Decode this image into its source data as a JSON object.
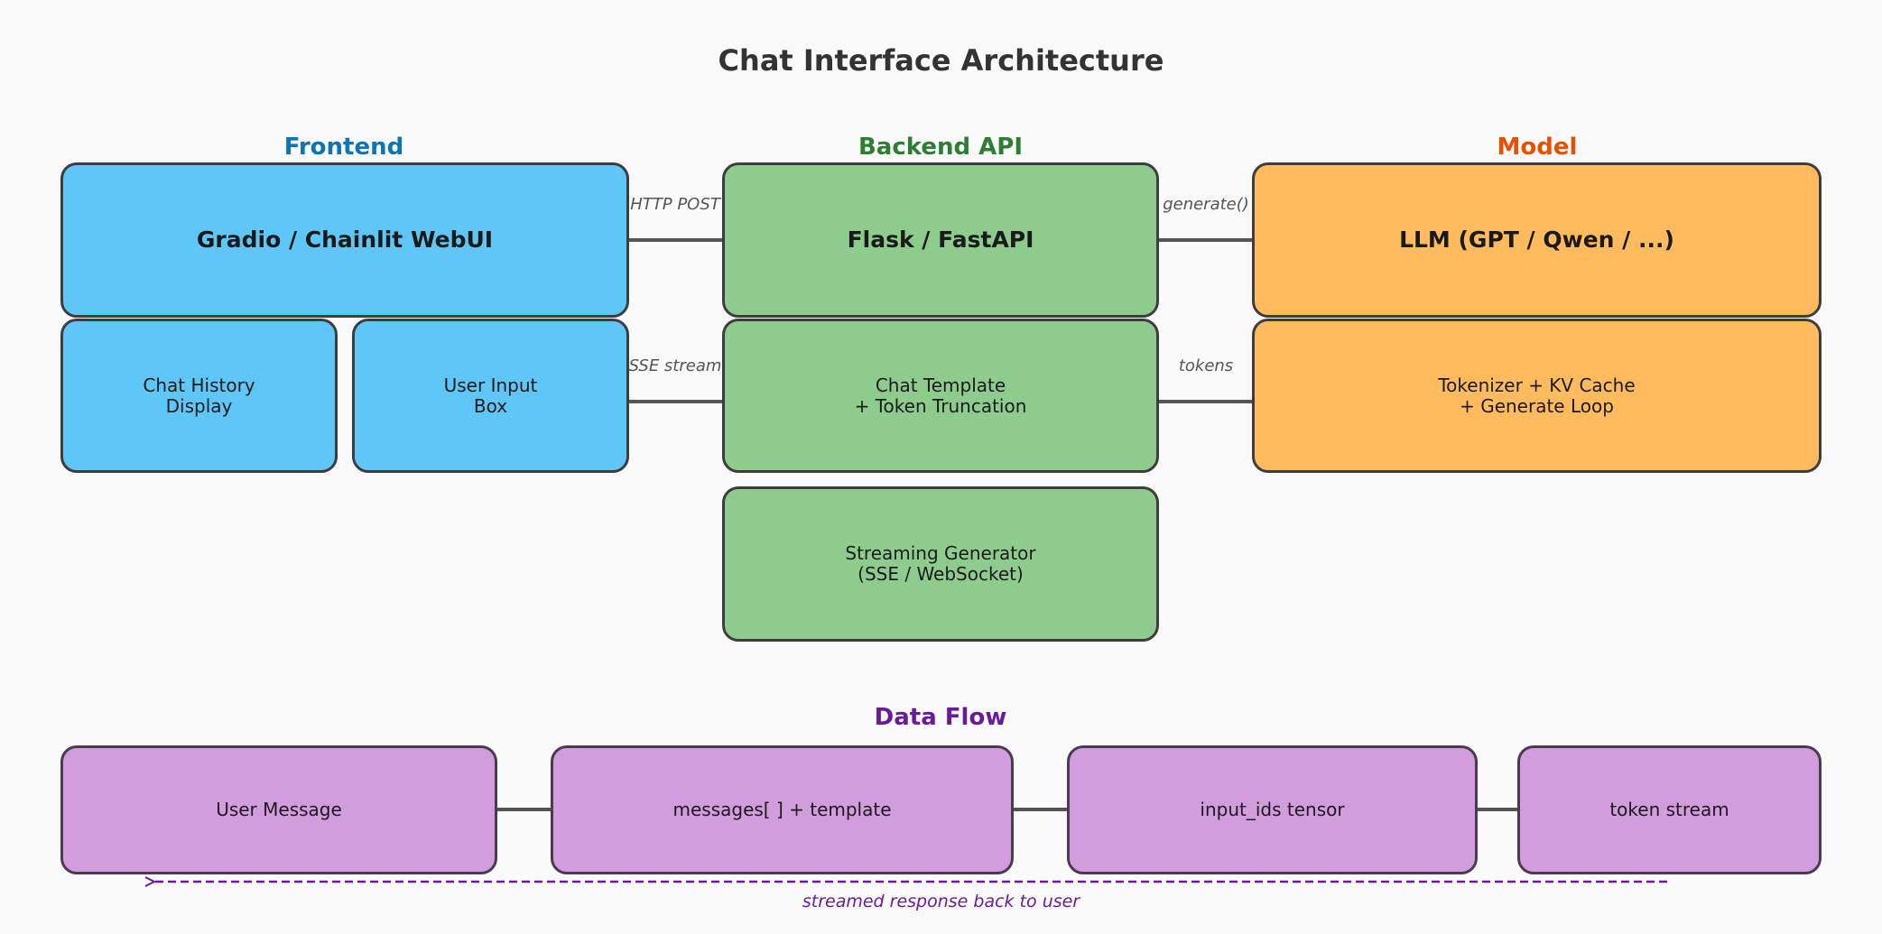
{
  "title": "Chat Interface Architecture",
  "sections": {
    "frontend": {
      "label": "Frontend",
      "color": "#0d75b5"
    },
    "backend": {
      "label": "Backend API",
      "color": "#2e7d32"
    },
    "model": {
      "label": "Model",
      "color": "#e65100"
    },
    "dataflow": {
      "label": "Data Flow",
      "color": "#6a1b9a"
    }
  },
  "nodes": {
    "webui": "Gradio / Chainlit WebUI",
    "chat_history": "Chat History\nDisplay",
    "user_input": "User Input\nBox",
    "flask": "Flask / FastAPI",
    "chat_template": "Chat Template\n+ Token Truncation",
    "streaming": "Streaming Generator\n(SSE / WebSocket)",
    "llm": "LLM (GPT / Qwen / ...)",
    "tokenizer": "Tokenizer + KV Cache\n+ Generate Loop"
  },
  "edges": {
    "http_post": "HTTP POST",
    "generate": "generate()",
    "sse_stream": "SSE stream",
    "tokens": "tokens"
  },
  "dataflow": {
    "steps": [
      "User Message",
      "messages[ ] + template",
      "input_ids tensor",
      "token stream"
    ],
    "return_label": "streamed response back to user"
  }
}
